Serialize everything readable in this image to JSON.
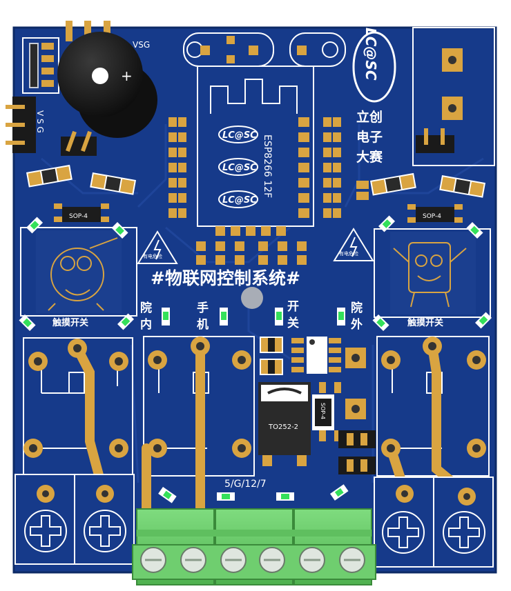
{
  "board": {
    "colors": {
      "pcb": "#163a8a",
      "pcb_dark": "#0f2c6e",
      "copper": "#d9a441",
      "silkscreen": "#ffffff",
      "terminal": "#6fce6f",
      "led": "#34e05a"
    },
    "header_left_label": "V S G",
    "header_top_label": "VSG",
    "center_logo": "LC@SC",
    "module_label": "ESP8266 12F",
    "brand_logo": "LC@SC",
    "brand_cn": [
      "立创",
      "电子",
      "大赛"
    ],
    "title": "#物联网控制系统#",
    "touch_left": "触摸开关",
    "touch_right": "触摸开关",
    "relay_labels": {
      "courtyard_in": [
        "院",
        "内"
      ],
      "phone": [
        "手",
        "机"
      ],
      "switch": [
        "开",
        "关"
      ],
      "courtyard_out": [
        "院",
        "外"
      ]
    },
    "regulator_label": "TO252-2",
    "sop_labels": [
      "SOP-4",
      "SOP-4",
      "SOP-4"
    ],
    "terminal_label": "5/G/12/7",
    "warning_label": "有电危险"
  }
}
